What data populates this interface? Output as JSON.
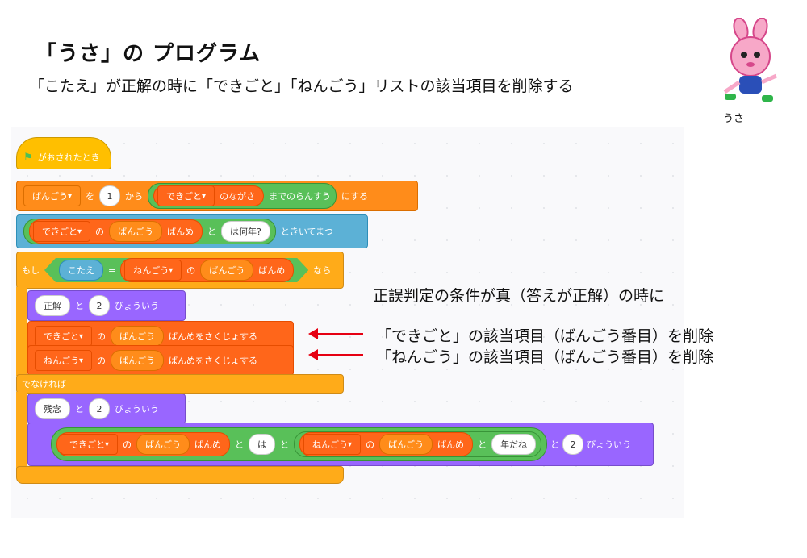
{
  "header": {
    "title": "「うさ」の プログラム",
    "subtitle": "「こたえ」が正解の時に「できごと」「ねんごう」リストの該当項目を削除する",
    "mascot_label": "うさ"
  },
  "blocks": {
    "hat_label": "がおされたとき",
    "set_var": {
      "var": "ばんごう",
      "wo": "を",
      "num": "1",
      "kara": "から",
      "list": "できごと",
      "nagasa": "のながさ",
      "made": "までのらんすう",
      "ni": "にする"
    },
    "ask": {
      "list": "できごと",
      "no": "の",
      "var": "ばんごう",
      "banme": "ばんめ",
      "to": "と",
      "text": "は何年?",
      "kiite": "ときいてまつ"
    },
    "if": {
      "moshi": "もし",
      "answer": "こたえ",
      "eq": "=",
      "list": "ねんごう",
      "no": "の",
      "var": "ばんごう",
      "banme": "ばんめ",
      "nara": "なら"
    },
    "say1": {
      "text": "正解",
      "to": "と",
      "num": "2",
      "secs": "びょういう"
    },
    "del1": {
      "list": "できごと",
      "no": "の",
      "var": "ばんごう",
      "action": "ばんめをさくじょする"
    },
    "del2": {
      "list": "ねんごう",
      "no": "の",
      "var": "ばんごう",
      "action": "ばんめをさくじょする"
    },
    "else_label": "でなければ",
    "say2": {
      "text": "残念",
      "to": "と",
      "num": "2",
      "secs": "びょういう"
    },
    "say3": {
      "list1": "できごと",
      "no1": "の",
      "var1": "ばんごう",
      "banme1": "ばんめ",
      "to1": "と",
      "wa": "は",
      "to2": "と",
      "list2": "ねんごう",
      "no2": "の",
      "var2": "ばんごう",
      "banme2": "ばんめ",
      "to3": "と",
      "nendane": "年だね",
      "to4": "と",
      "num": "2",
      "secs": "びょういう"
    }
  },
  "annotations": {
    "condition": "正誤判定の条件が真（答えが正解）の時に",
    "delete1": "「できごと」の該当項目（ばんごう番目）を削除",
    "delete2": "「ねんごう」の該当項目（ばんごう番目）を削除"
  },
  "colors": {
    "variables": "#ff8c1a",
    "lists": "#ff661a",
    "sensing": "#5cb1d6",
    "looks": "#9966ff",
    "control": "#ffab19",
    "operators": "#59c059",
    "events": "#ffbf00",
    "arrow": "#e60012"
  },
  "icons": {
    "green_flag": "green-flag-icon",
    "dropdown": "chevron-down-icon"
  }
}
